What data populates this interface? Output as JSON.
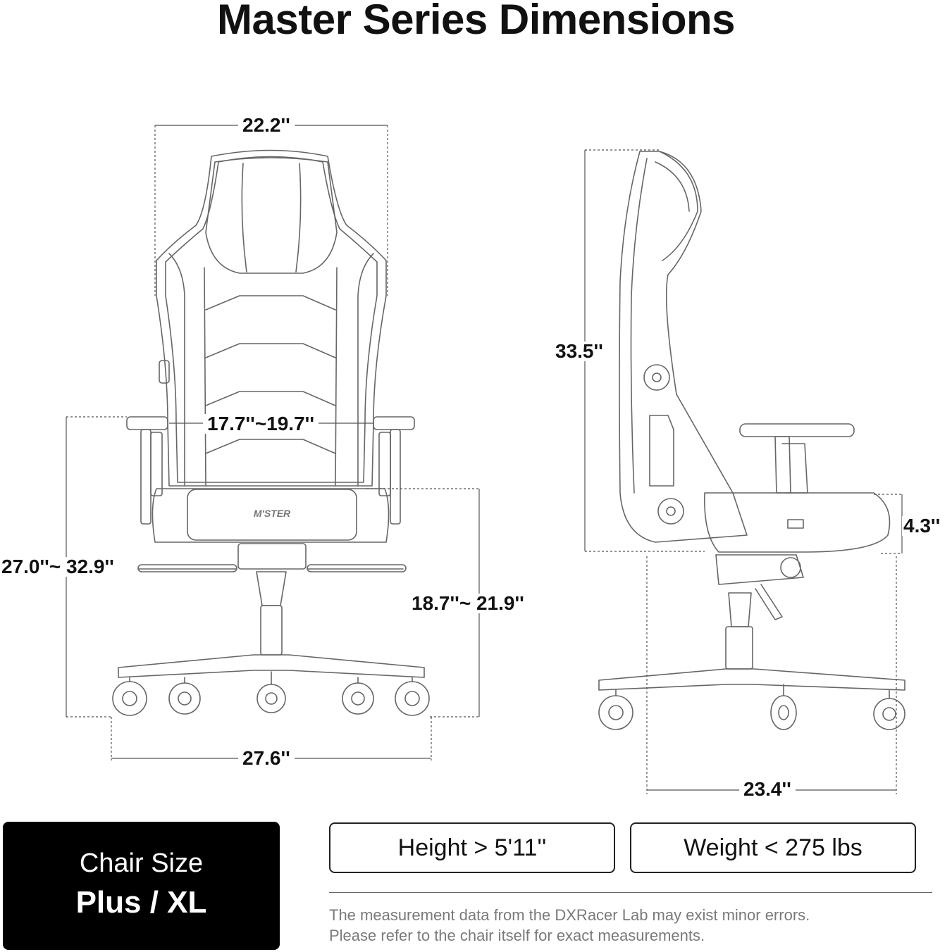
{
  "title": "Master Series Dimensions",
  "dimensions": {
    "front_backrest_width": "22.2''",
    "front_seat_width": "17.7''~19.7''",
    "front_armrest_height": "27.0''~ 32.9''",
    "front_seat_height": "18.7''~ 21.9''",
    "front_base_width": "27.6''",
    "side_backrest_height": "33.5''",
    "side_cushion_thickness": "4.3''",
    "side_base_depth": "23.4''"
  },
  "chair_size": {
    "label": "Chair Size",
    "value": "Plus / XL"
  },
  "requirements": {
    "height": "Height > 5'11''",
    "weight": "Weight < 275 lbs"
  },
  "disclaimer": {
    "line1": "The measurement data from the DXRacer Lab may exist minor errors.",
    "line2": "Please refer to the chair itself for exact measurements."
  },
  "logos": {
    "seat_logo": "M'STER"
  }
}
